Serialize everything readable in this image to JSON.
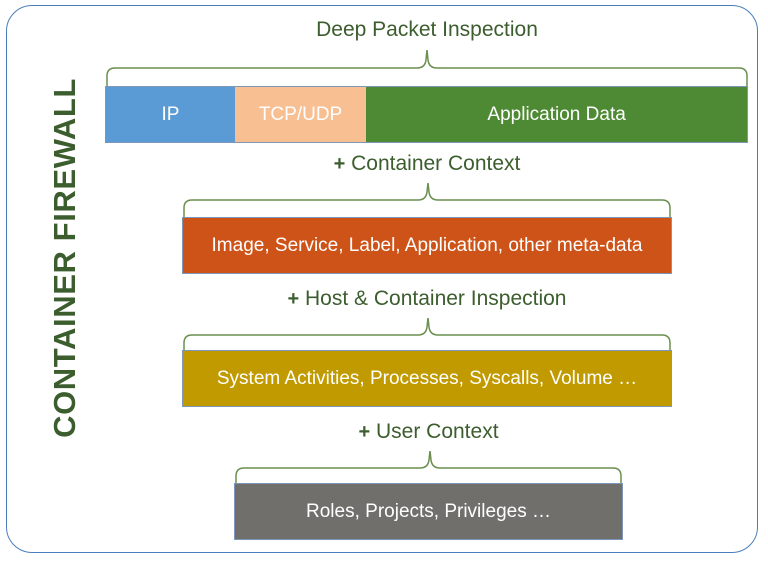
{
  "diagram": {
    "vertical_title": "CONTAINER FIREWALL",
    "frame_color": "#4a7ebb",
    "label_color": "#3c5d2e",
    "brace_color": "#6b8f4e",
    "bar_border_color": "#7d97b8"
  },
  "layers": [
    {
      "label": "Deep Packet Inspection",
      "plus": "",
      "segments": [
        {
          "text": "IP",
          "color": "#5b9bd5"
        },
        {
          "text": "TCP/UDP",
          "color": "#f8bf93"
        },
        {
          "text": "Application Data",
          "color": "#4e8a33"
        }
      ]
    },
    {
      "label": "Container Context",
      "plus": "+",
      "segments": [
        {
          "text": "Image, Service, Label, Application, other meta-data",
          "color": "#ce5318"
        }
      ]
    },
    {
      "label": "Host & Container Inspection",
      "plus": "+",
      "segments": [
        {
          "text": "System Activities, Processes, Syscalls, Volume …",
          "color": "#c19a00"
        }
      ]
    },
    {
      "label": "User Context",
      "plus": "+",
      "segments": [
        {
          "text": "Roles, Projects, Privileges …",
          "color": "#706f6c"
        }
      ]
    }
  ]
}
